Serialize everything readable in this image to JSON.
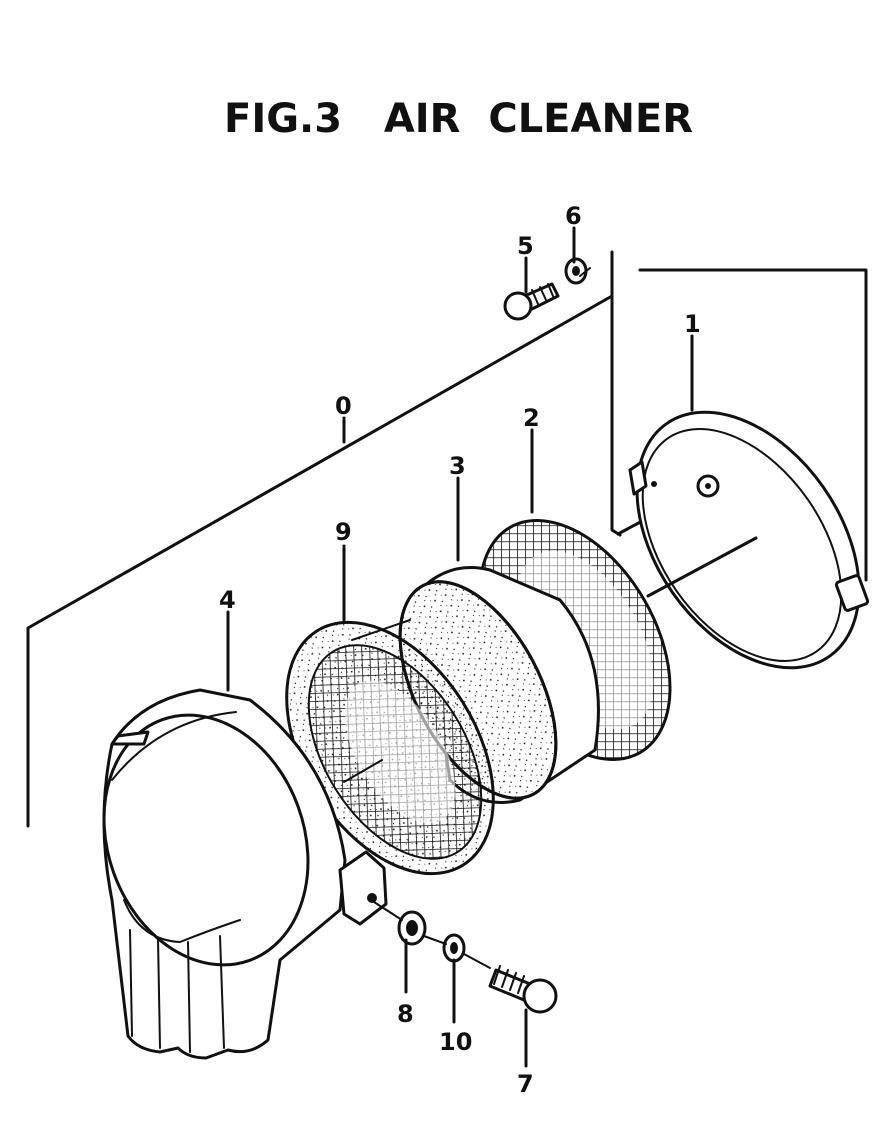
{
  "figure": {
    "title": "FIG.3   AIR  CLEANER"
  },
  "callouts": {
    "assembly": "0",
    "case": "1",
    "mesh_screen": "2",
    "filter_element": "3",
    "cover": "4",
    "top_bolt": "5",
    "top_washer": "6",
    "bottom_bolt": "7",
    "bottom_washer": "8",
    "gasket": "9",
    "lock_washer": "10"
  },
  "colors": {
    "ink": "#111111",
    "paper": "#ffffff"
  }
}
